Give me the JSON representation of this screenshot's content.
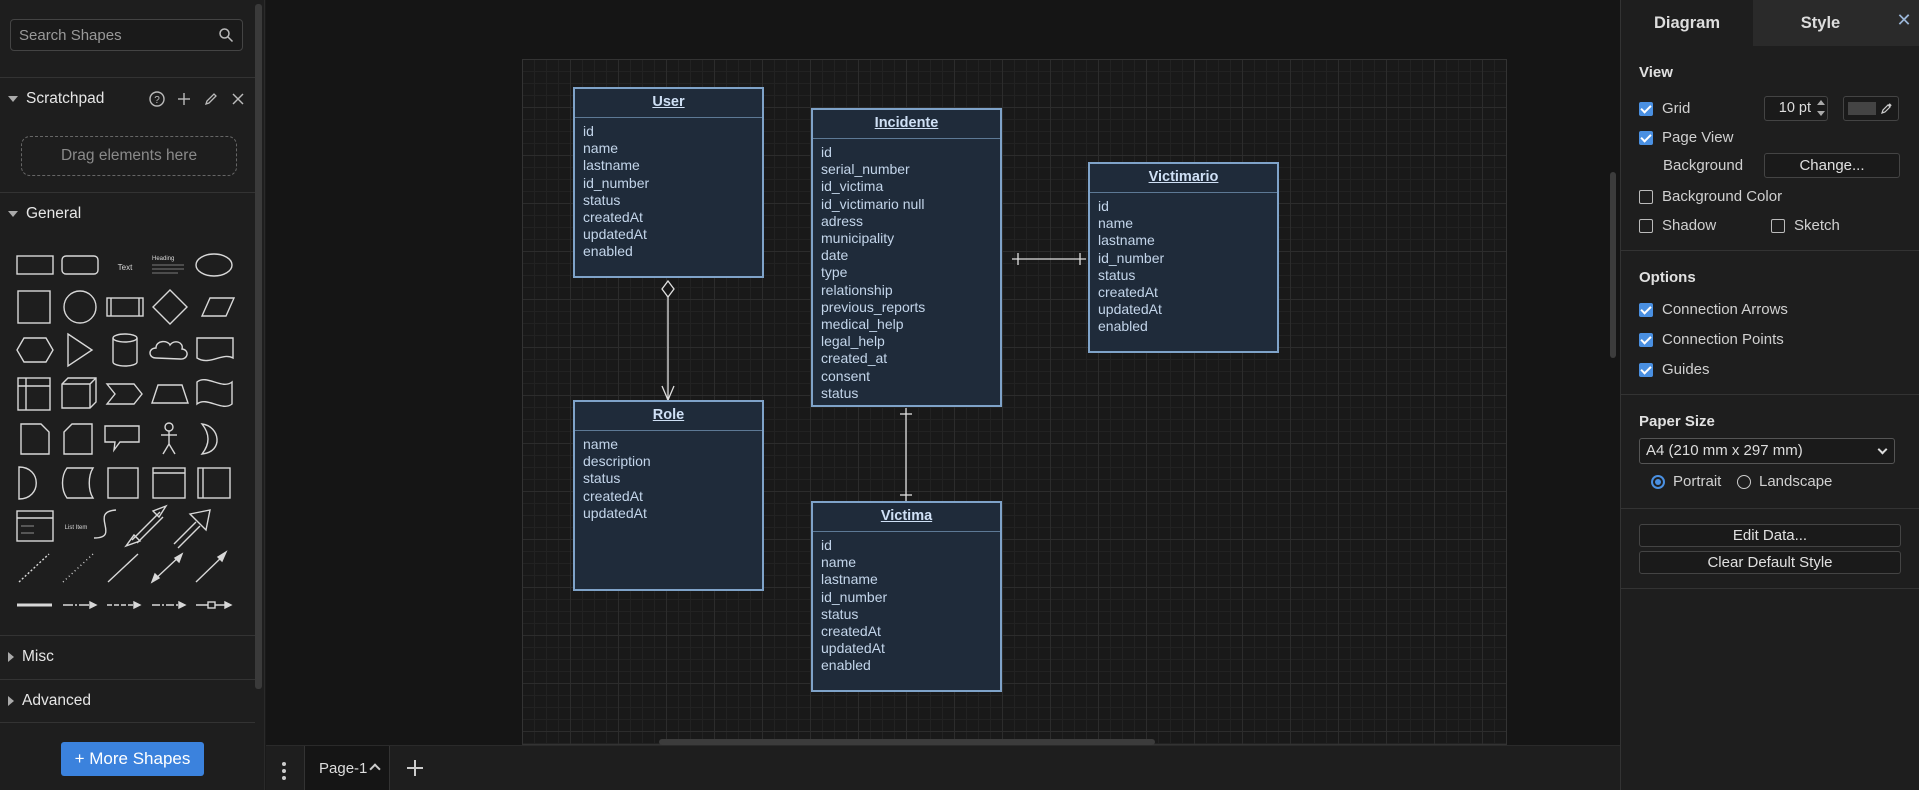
{
  "sidebar": {
    "search_placeholder": "Search Shapes",
    "scratchpad_label": "Scratchpad",
    "drag_hint": "Drag elements here",
    "general_label": "General",
    "misc_label": "Misc",
    "advanced_label": "Advanced",
    "more_shapes_label": "+ More Shapes",
    "shape_labels": {
      "text": "Text",
      "heading": "Heading",
      "list_item": "List Item"
    }
  },
  "diagram": {
    "entities": {
      "user": {
        "title": "User",
        "fields": [
          "id",
          "name",
          "lastname",
          "id_number",
          "status",
          "createdAt",
          "updatedAt",
          "enabled"
        ]
      },
      "role": {
        "title": "Role",
        "fields": [
          "name",
          "description",
          "status",
          "createdAt",
          "updatedAt"
        ]
      },
      "incidente": {
        "title": "Incidente",
        "fields": [
          "id",
          "serial_number",
          "id_victima",
          "id_victimario null",
          "adress",
          "municipality",
          "date",
          "type",
          "relationship",
          "previous_reports",
          "medical_help",
          "legal_help",
          "created_at",
          "consent",
          "status"
        ]
      },
      "victimario": {
        "title": "Victimario",
        "fields": [
          "id",
          "name",
          "lastname",
          "id_number",
          "status",
          "createdAt",
          "updatedAt",
          "enabled"
        ]
      },
      "victima": {
        "title": "Victima",
        "fields": [
          "id",
          "name",
          "lastname",
          "id_number",
          "status",
          "createdAt",
          "updatedAt",
          "enabled"
        ]
      }
    }
  },
  "bottom": {
    "page_tab": "Page-1"
  },
  "panel": {
    "tabs": {
      "diagram": "Diagram",
      "style": "Style"
    },
    "close": "✕",
    "view": {
      "title": "View",
      "grid": "Grid",
      "grid_size": "10 pt",
      "page_view": "Page View",
      "background": "Background",
      "change": "Change...",
      "background_color": "Background Color",
      "shadow": "Shadow",
      "sketch": "Sketch"
    },
    "options": {
      "title": "Options",
      "connection_arrows": "Connection Arrows",
      "connection_points": "Connection Points",
      "guides": "Guides"
    },
    "paper": {
      "title": "Paper Size",
      "size": "A4 (210 mm x 297 mm)",
      "portrait": "Portrait",
      "landscape": "Landscape"
    },
    "edit_data": "Edit Data...",
    "clear_style": "Clear Default Style"
  },
  "colors": {
    "accent": "#4a90e2",
    "entity_border": "#7fa3c9",
    "entity_fill": "#1f2b3a",
    "more_shapes_button": "#3b82dd"
  }
}
